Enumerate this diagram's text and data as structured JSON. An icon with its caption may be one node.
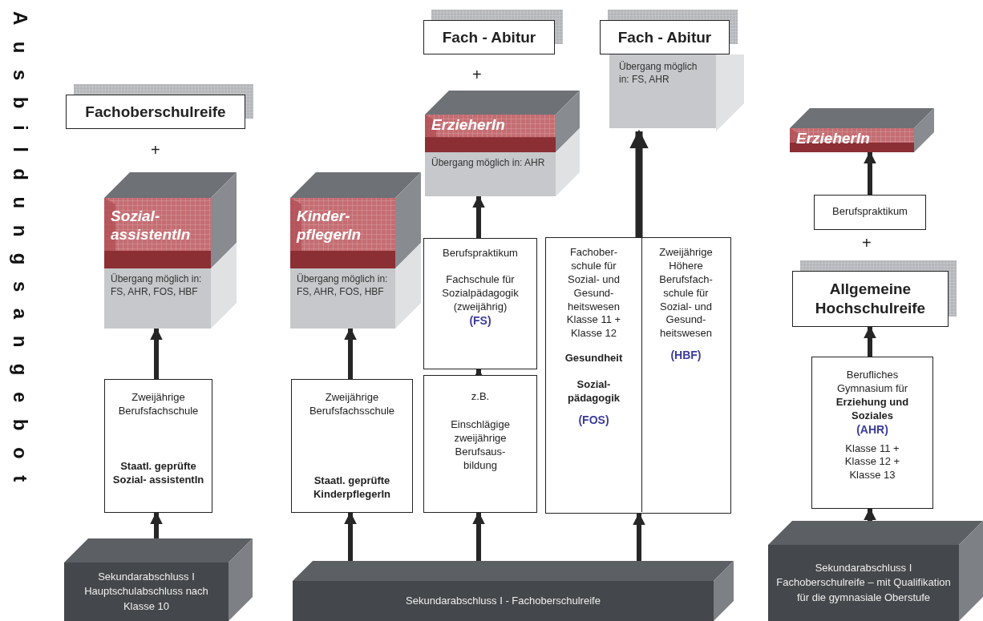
{
  "diagram": {
    "title": "Ausbildungsangebot",
    "nodes": [
      {
        "text": [
          "Fachoberschulreife"
        ]
      },
      {
        "text": [
          "Sozial- assistentIn",
          "Übergang möglich in: FS, AHR, FOS, HBF"
        ]
      },
      {
        "text": [
          "Zweijährige Berufsfachschule",
          "Staatl. geprüfte Sozial- assistentIn"
        ]
      },
      {
        "text": [
          "Sekundarabschluss I Hauptschulabschluss nach Klasse 10"
        ]
      },
      {
        "text": [
          "Kinder- pflegerIn",
          "Übergang möglich in: FS, AHR, FOS, HBF"
        ]
      },
      {
        "text": [
          "Zweijährige Berufsfachsschule",
          "Staatl. geprüfte KinderpflegerIn"
        ]
      },
      {
        "text": [
          "Fach - Abitur"
        ]
      },
      {
        "text": [
          "ErzieherIn",
          "Übergang möglich in: AHR"
        ]
      },
      {
        "text": [
          "Berufspraktikum",
          "Fachschule für Sozialpädagogik (zweijährig)",
          "(FS)"
        ]
      },
      {
        "text": [
          "z.B.",
          "Einschlägige zweijährige Berufsaus- bildung"
        ]
      },
      {
        "text": [
          "Fach - Abitur"
        ]
      },
      {
        "text": [
          "Übergang möglich in: FS, AHR"
        ]
      },
      {
        "text": [],
        "shape": "box"
      },
      {
        "text": [
          "Fachober- schule für Sozial- und Gesund- heitswesen Klasse 11 + Klasse 12",
          "Gesundheit",
          "Sozial- pädagogik",
          "(FOS)"
        ],
        "in": 12
      },
      {
        "text": [
          "Zweijährige Höhere Berufsfach- schule für Sozial- und Gesund- heitswesen",
          "(HBF)"
        ],
        "in": 12
      },
      {
        "text": [
          "Sekundarabschluss I - Fachoberschulreife"
        ]
      },
      {
        "text": [
          "ErzieherIn"
        ]
      },
      {
        "text": [
          "Berufspraktikum"
        ]
      },
      {
        "text": [
          "Allgemeine Hochschulreife"
        ]
      },
      {
        "text": [
          "Berufliches Gymnasium für",
          "Erziehung und Soziales",
          "(AHR)",
          "Klasse 11 + Klasse 12 + Klasse 13"
        ]
      },
      {
        "text": [
          "Sekundarabschluss I Fachoberschulreife – mit Qualifikation für die gymnasiale Oberstufe"
        ]
      }
    ],
    "edges": [
      {
        "from": 3,
        "to": 2,
        "arrow": "to"
      },
      {
        "from": 2,
        "to": 1,
        "arrow": "to"
      },
      {
        "from": 15,
        "to": 5,
        "arrow": "to"
      },
      {
        "from": 5,
        "to": 4,
        "arrow": "to"
      },
      {
        "from": 15,
        "to": 9,
        "arrow": "to"
      },
      {
        "from": 9,
        "to": 8,
        "arrow": "to"
      },
      {
        "from": 8,
        "to": 7,
        "arrow": "to"
      },
      {
        "from": 15,
        "to": 12,
        "arrow": "to"
      },
      {
        "from": 12,
        "to": 11,
        "arrow": "to"
      },
      {
        "from": 20,
        "to": 19,
        "arrow": "to"
      },
      {
        "from": 19,
        "to": 18,
        "arrow": "to"
      },
      {
        "from": 17,
        "to": 16,
        "arrow": "to"
      }
    ],
    "labels": [
      "+",
      "+",
      "+"
    ]
  }
}
